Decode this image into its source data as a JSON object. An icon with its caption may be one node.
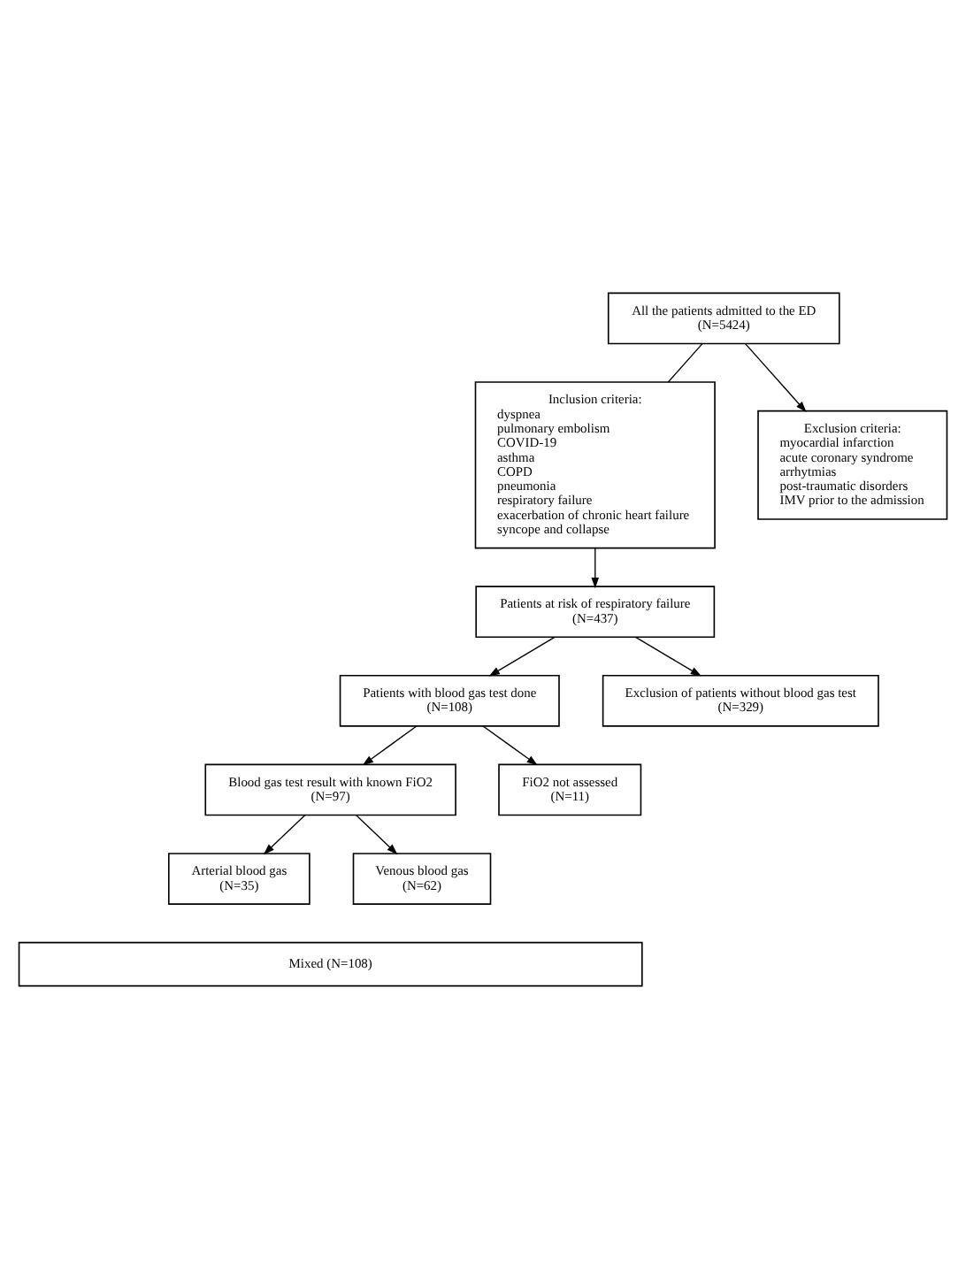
{
  "diagram": {
    "nodes": [
      {
        "text": [
          "All the patients admitted to the ED",
          "(N=5424)"
        ]
      },
      {
        "text": [
          "Inclusion criteria:",
          "dyspnea",
          "pulmonary embolism",
          "COVID-19",
          "asthma",
          "COPD",
          "pneumonia",
          "respiratory failure",
          "exacerbation of chronic heart failure",
          "syncope and collapse"
        ]
      },
      {
        "text": [
          "Exclusion criteria:",
          "myocardial infarction",
          "acute coronary syndrome",
          "arrhytmias",
          "post-traumatic disorders",
          "IMV prior to the admission"
        ]
      },
      {
        "text": [
          "Patients at risk of respiratory failure",
          "(N=437)"
        ]
      },
      {
        "text": [
          "Patients with blood gas test done",
          "(N=108)"
        ]
      },
      {
        "text": [
          "Exclusion of patients without blood gas test",
          "(N=329)"
        ]
      },
      {
        "text": [
          "Blood gas test result with known FiO2",
          "(N=97)"
        ]
      },
      {
        "text": [
          "FiO2 not assessed",
          "(N=11)"
        ]
      },
      {
        "text": [
          "Arterial blood gas",
          "(N=35)"
        ]
      },
      {
        "text": [
          "Venous blood gas",
          "(N=62)"
        ]
      },
      {
        "text": [
          "Mixed (N=108)"
        ]
      }
    ],
    "edges": [
      {
        "from": 0,
        "to": 1,
        "arrow": "none"
      },
      {
        "from": 0,
        "to": 2,
        "arrow": "to"
      },
      {
        "from": 1,
        "to": 3,
        "arrow": "to"
      },
      {
        "from": 3,
        "to": 4,
        "arrow": "to"
      },
      {
        "from": 3,
        "to": 5,
        "arrow": "to"
      },
      {
        "from": 4,
        "to": 6,
        "arrow": "to"
      },
      {
        "from": 4,
        "to": 7,
        "arrow": "to"
      },
      {
        "from": 6,
        "to": 8,
        "arrow": "to"
      },
      {
        "from": 6,
        "to": 9,
        "arrow": "to"
      }
    ]
  }
}
